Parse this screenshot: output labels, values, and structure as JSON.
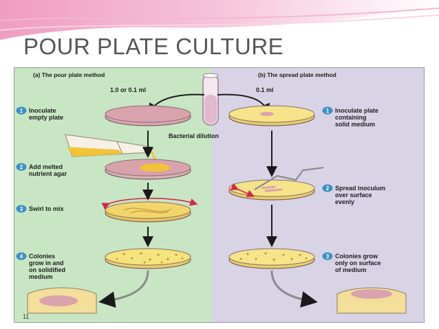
{
  "slide": {
    "title": "POUR PLATE CULTURE",
    "page_number": "11"
  },
  "figure": {
    "panel_a": {
      "heading": "(a) The pour plate method",
      "volume": "1.0 or 0.1 ml",
      "steps": [
        {
          "num": "1",
          "text": "Inoculate\nempty plate"
        },
        {
          "num": "2",
          "text": "Add melted\nnutrient agar"
        },
        {
          "num": "3",
          "text": "Swirl to mix"
        },
        {
          "num": "4",
          "text": "Colonies\ngrow in and\non solidified\nmedium"
        }
      ]
    },
    "panel_b": {
      "heading": "(b) The spread plate method",
      "volume": "0.1 ml",
      "steps": [
        {
          "num": "1",
          "text": "Inoculate plate\ncontaining\nsolid medium"
        },
        {
          "num": "2",
          "text": "Spread inoculum\nover surface\nevenly"
        },
        {
          "num": "3",
          "text": "Colonies grow\nonly on surface\nof medium"
        }
      ]
    },
    "center_label": "Bacterial dilution"
  },
  "colors": {
    "panel_a_bg": "#c8e6c3",
    "panel_b_bg": "#d9d3e6",
    "agar": "#f2e27a",
    "badge": "#3d8fc4",
    "banner": "#e9a5c4"
  }
}
